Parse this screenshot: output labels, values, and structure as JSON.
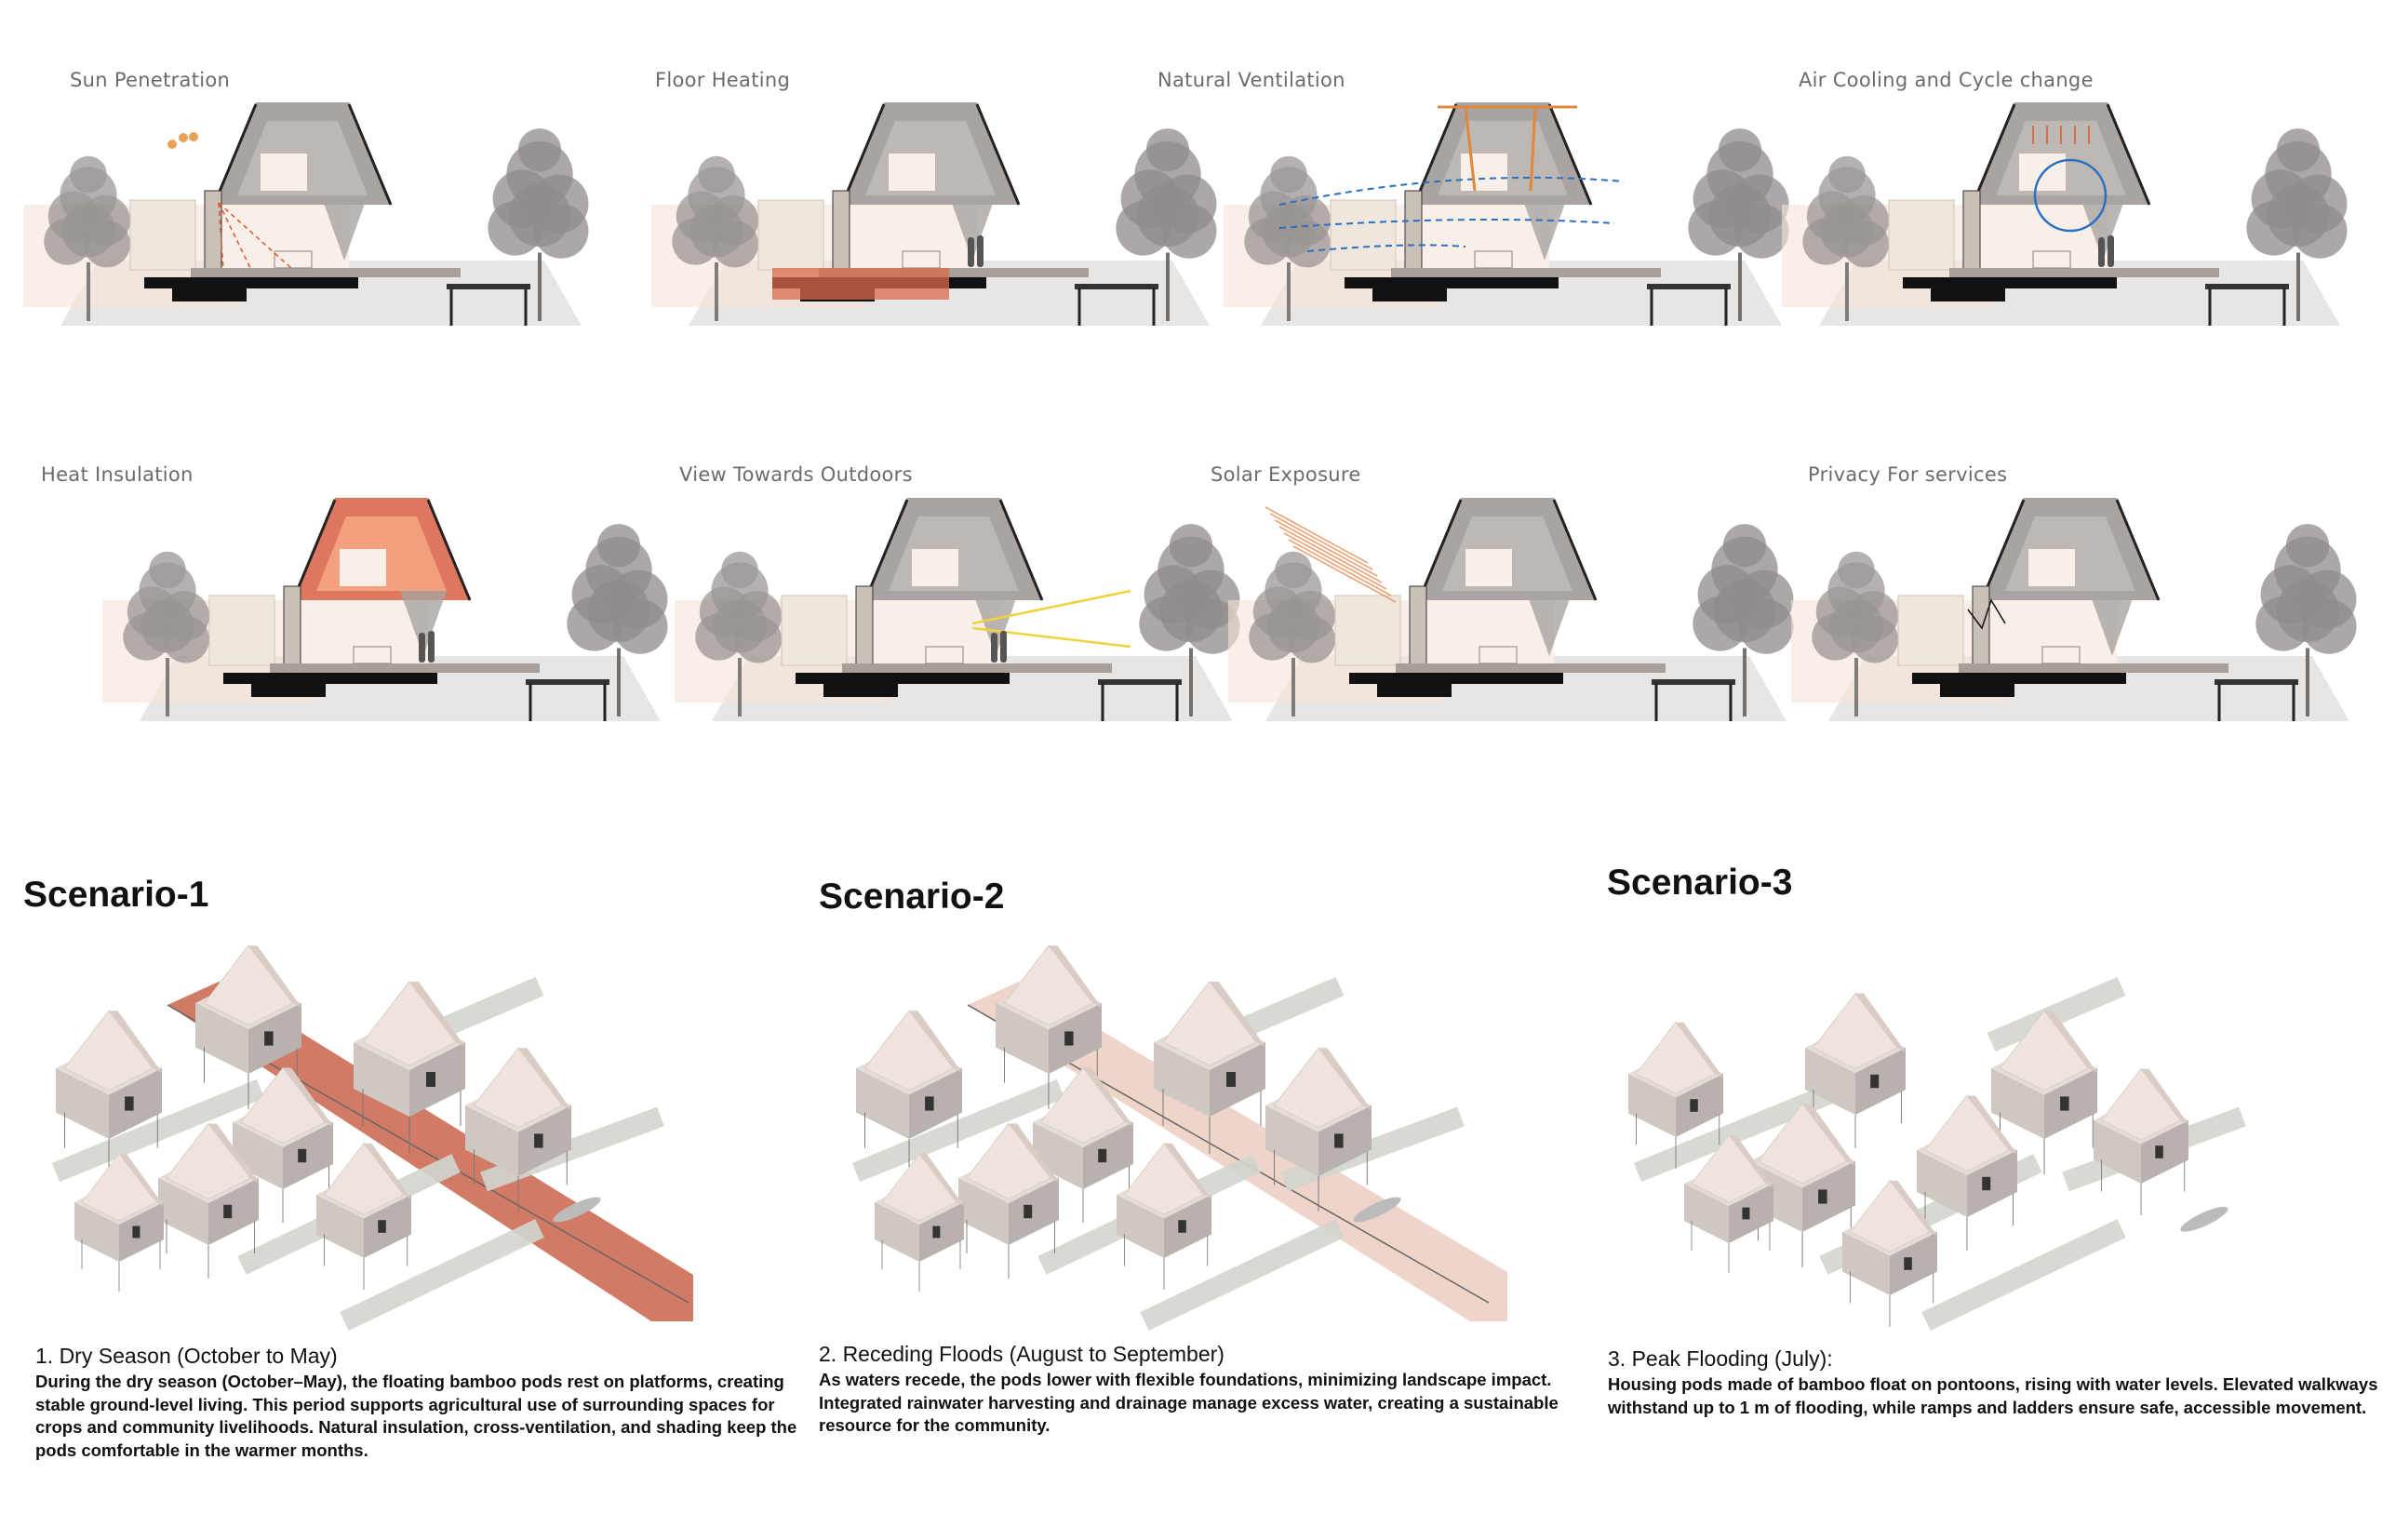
{
  "panels": [
    {
      "label": "Sun Penetration",
      "variant": "sun"
    },
    {
      "label": "Floor Heating",
      "variant": "floor"
    },
    {
      "label": "Natural Ventilation",
      "variant": "vent"
    },
    {
      "label": "Air Cooling and Cycle change",
      "variant": "cool"
    },
    {
      "label": "Heat Insulation",
      "variant": "insul"
    },
    {
      "label": "View Towards Outdoors",
      "variant": "view"
    },
    {
      "label": "Solar Exposure",
      "variant": "solar"
    },
    {
      "label": "Privacy For services",
      "variant": "privacy"
    }
  ],
  "scenarios": [
    {
      "title": "Scenario-1",
      "caption_title": "1. Dry Season (October to May)",
      "caption_body": "During the dry season (October–May), the floating bamboo pods rest on platforms, creating stable ground-level living. This period supports agricultural use of surrounding spaces for crops and community livelihoods. Natural insulation, cross-ventilation, and shading keep the pods comfortable in the warmer months.",
      "path_color": "#c9634a"
    },
    {
      "title": "Scenario-2",
      "caption_title": "2. Receding Floods (August to September)",
      "caption_body": "As waters recede, the pods lower with flexible foundations, minimizing  landscape impact. Integrated rainwater harvesting and drainage manage excess water, creating a sustainable resource for the community.",
      "path_color": "#e8c2b2"
    },
    {
      "title": "Scenario-3",
      "caption_title": "3. Peak Flooding (July):",
      "caption_body": "Housing pods made of bamboo float on pontoons, rising with water levels. Elevated walkways withstand up to 1 m of flooding, while ramps and ladders ensure safe, accessible movement.",
      "path_color": ""
    }
  ],
  "colors": {
    "heat": "#d9694e",
    "air": "#2a6fc0",
    "sun": "#e8a258",
    "view": "#f0d23c",
    "hot_arrow": "#e0883a"
  }
}
